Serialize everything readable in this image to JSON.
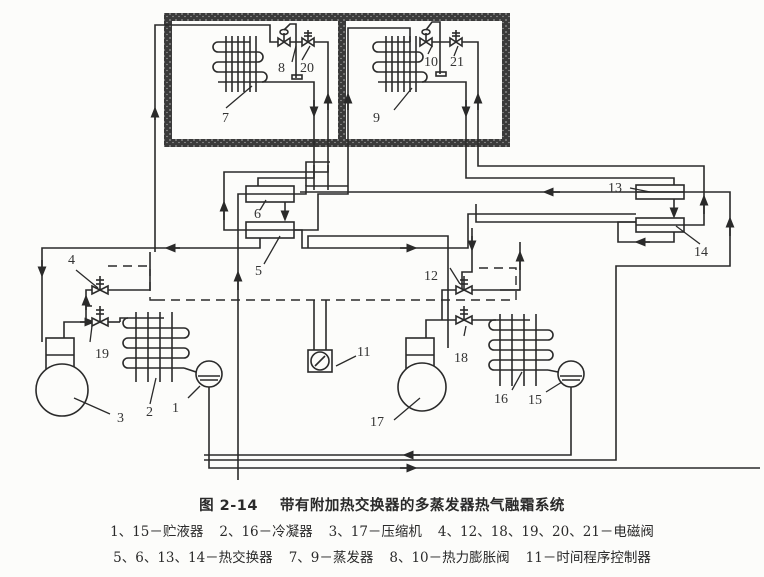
{
  "figure": {
    "number": "图 2-14",
    "title": "带有附加热交换器的多蒸发器热气融霜系统",
    "legend": [
      {
        "ids": "1、15",
        "name": "贮液器"
      },
      {
        "ids": "2、16",
        "name": "冷凝器"
      },
      {
        "ids": "3、17",
        "name": "压缩机"
      },
      {
        "ids": "4、12、18、19、20、21",
        "name": "电磁阀"
      },
      {
        "ids": "5、6、13、14",
        "name": "热交换器"
      },
      {
        "ids": "7、9",
        "name": "蒸发器"
      },
      {
        "ids": "8、10",
        "name": "热力膨胀阀"
      },
      {
        "ids": "11",
        "name": "时间程序控制器"
      }
    ],
    "legend_lines": [
      "1、15－贮液器",
      "2、16－冷凝器",
      "3、17－压缩机",
      "4、12、18、19、20、21－电磁阀",
      "5、6、13、14－热交换器",
      "7、9－蒸发器",
      "8、10－热力膨胀阀",
      "11－时间程序控制器"
    ]
  },
  "components": [
    {
      "id": "1",
      "type": "receiver",
      "label": "1"
    },
    {
      "id": "2",
      "type": "condenser",
      "label": "2"
    },
    {
      "id": "3",
      "type": "compressor",
      "label": "3"
    },
    {
      "id": "4",
      "type": "solenoid-valve",
      "label": "4"
    },
    {
      "id": "5",
      "type": "heat-exchanger",
      "label": "5"
    },
    {
      "id": "6",
      "type": "heat-exchanger",
      "label": "6"
    },
    {
      "id": "7",
      "type": "evaporator",
      "label": "7"
    },
    {
      "id": "8",
      "type": "thermal-expansion-valve",
      "label": "8"
    },
    {
      "id": "9",
      "type": "evaporator",
      "label": "9"
    },
    {
      "id": "10",
      "type": "thermal-expansion-valve",
      "label": "10"
    },
    {
      "id": "11",
      "type": "time-program-controller",
      "label": "11"
    },
    {
      "id": "12",
      "type": "solenoid-valve",
      "label": "12"
    },
    {
      "id": "13",
      "type": "heat-exchanger",
      "label": "13"
    },
    {
      "id": "14",
      "type": "heat-exchanger",
      "label": "14"
    },
    {
      "id": "15",
      "type": "receiver",
      "label": "15"
    },
    {
      "id": "16",
      "type": "condenser",
      "label": "16"
    },
    {
      "id": "17",
      "type": "compressor",
      "label": "17"
    },
    {
      "id": "18",
      "type": "solenoid-valve",
      "label": "18"
    },
    {
      "id": "19",
      "type": "solenoid-valve",
      "label": "19"
    },
    {
      "id": "20",
      "type": "solenoid-valve",
      "label": "20"
    },
    {
      "id": "21",
      "type": "solenoid-valve",
      "label": "21"
    }
  ],
  "colors": {
    "ink": "#2a2a2a",
    "paper": "#fcfcfa",
    "insulation": "#3a3a3a"
  }
}
